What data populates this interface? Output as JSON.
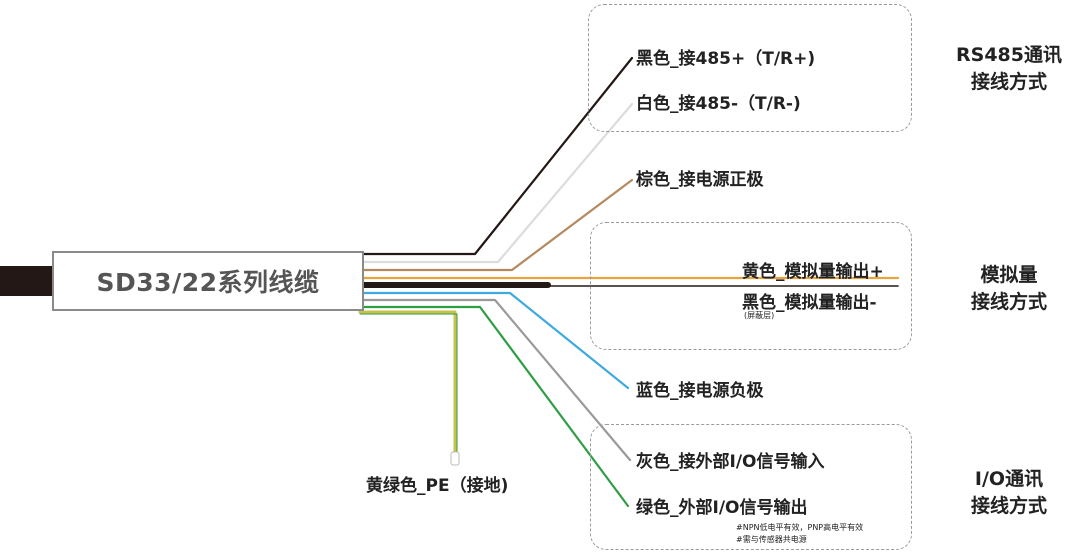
{
  "cable": {
    "title": "SD33/22系列线缆"
  },
  "wires": [
    {
      "id": "black-485",
      "label": "黑色_接485+（T/R+)",
      "color": "#231815"
    },
    {
      "id": "white-485",
      "label": "白色_接485-（T/R-)",
      "color": "#dcdcdc"
    },
    {
      "id": "brown",
      "label": "棕色_接电源正极",
      "color": "#b38a5e"
    },
    {
      "id": "yellow",
      "label": "黄色_模拟量输出+",
      "color": "#e8a33d"
    },
    {
      "id": "black-analog",
      "label": "黑色_模拟量输出-",
      "color": "#231815"
    },
    {
      "id": "blue",
      "label": "蓝色_接电源负极",
      "color": "#3fa9e0"
    },
    {
      "id": "gray",
      "label": "灰色_接外部I/O信号输入",
      "color": "#9a9a9a"
    },
    {
      "id": "green",
      "label": "绿色_外部I/O信号输出",
      "color": "#2e9e45"
    },
    {
      "id": "yellow-green",
      "label": "黄绿色_PE（接地)",
      "color": "#c9c24a"
    }
  ],
  "shield_note": "(屏蔽层)",
  "io_notes": [
    "#NPN低电平有效，PNP高电平有效",
    "#需与传感器共电源"
  ],
  "groups": [
    {
      "line1": "RS485通讯",
      "line2": "接线方式"
    },
    {
      "line1": "模拟量",
      "line2": "接线方式"
    },
    {
      "line1": "I/O通讯",
      "line2": "接线方式"
    }
  ]
}
